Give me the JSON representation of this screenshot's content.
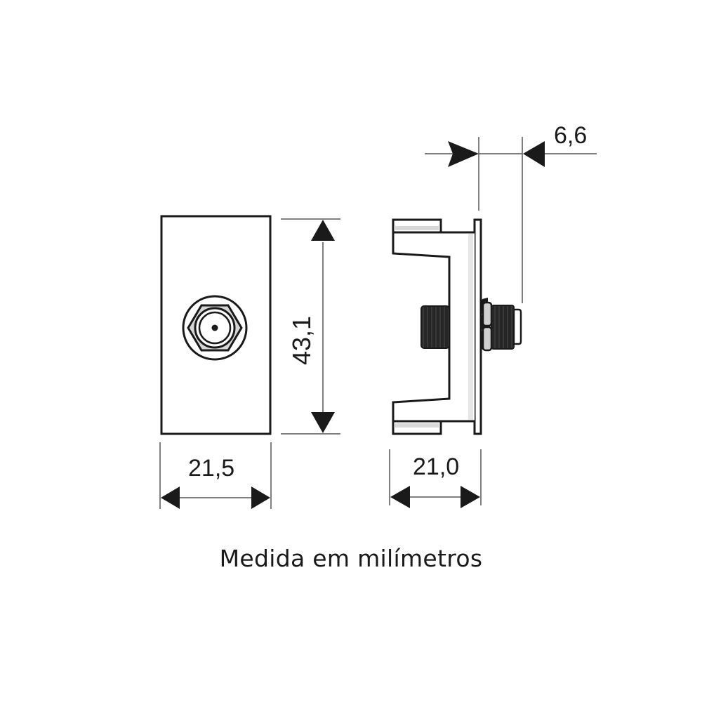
{
  "caption": "Medida em milímetros",
  "unit": "mm",
  "colors": {
    "line": "#1a1a1a",
    "dim_line": "#555555",
    "thread": "#2a2a2a",
    "shade": "#d9d9d9",
    "background": "#ffffff"
  },
  "views": {
    "front": {
      "name": "front-view",
      "dimensions": {
        "width": "21,5",
        "height": "43,1"
      }
    },
    "side": {
      "name": "side-view",
      "dimensions": {
        "depth": "21,0",
        "connector_protrusion": "6,6"
      }
    }
  }
}
